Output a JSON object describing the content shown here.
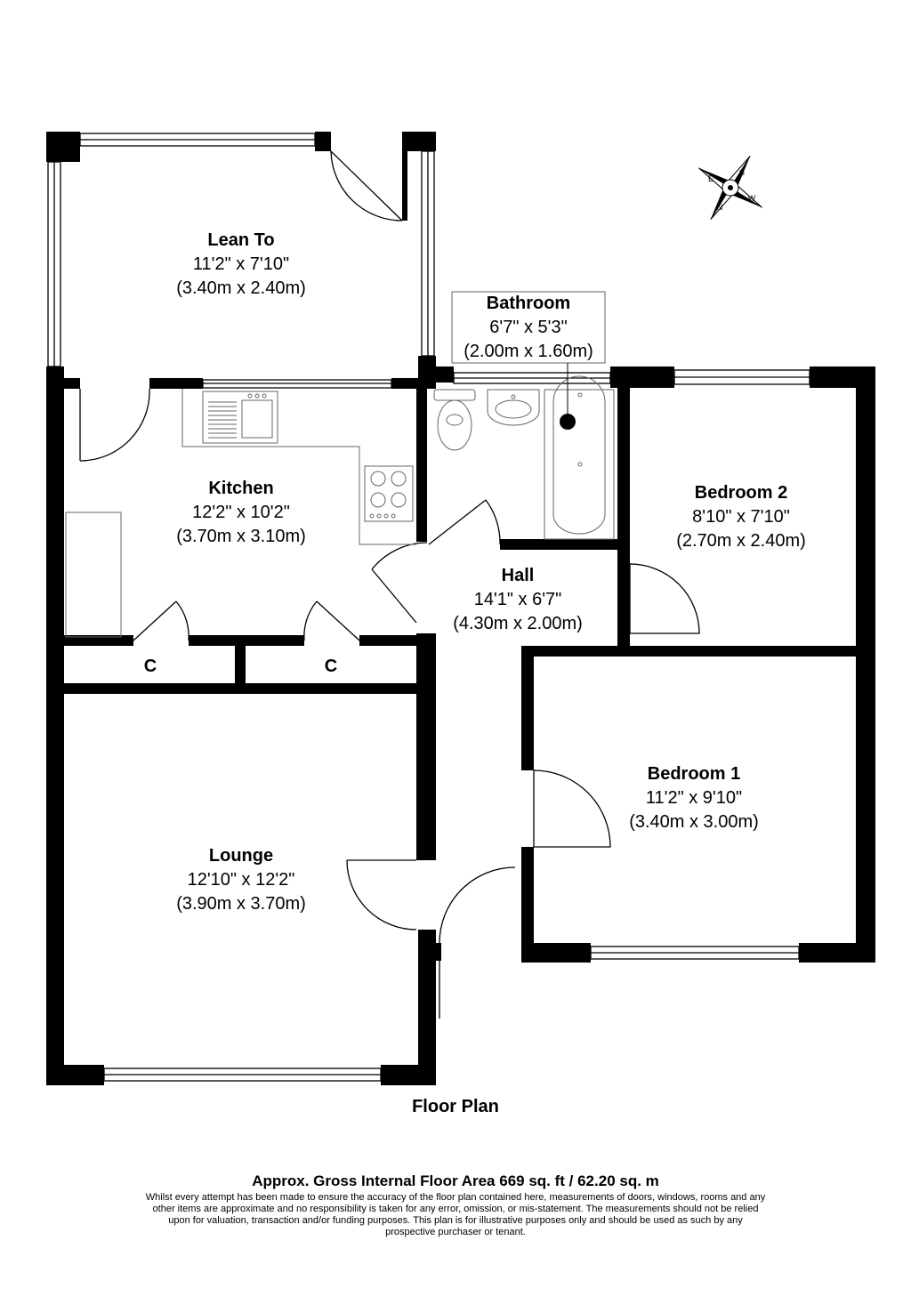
{
  "rooms": {
    "lean_to": {
      "name": "Lean To",
      "imperial": "11'2\" x 7'10\"",
      "metric": "(3.40m x 2.40m)"
    },
    "bathroom": {
      "name": "Bathroom",
      "imperial": "6'7\" x 5'3\"",
      "metric": "(2.00m x 1.60m)"
    },
    "kitchen": {
      "name": "Kitchen",
      "imperial": "12'2\" x 10'2\"",
      "metric": "(3.70m x 3.10m)"
    },
    "bedroom2": {
      "name": "Bedroom 2",
      "imperial": "8'10\" x 7'10\"",
      "metric": "(2.70m x 2.40m)"
    },
    "hall": {
      "name": "Hall",
      "imperial": "14'1\" x 6'7\"",
      "metric": "(4.30m x 2.00m)"
    },
    "bedroom1": {
      "name": "Bedroom 1",
      "imperial": "11'2\" x 9'10\"",
      "metric": "(3.40m x 3.00m)"
    },
    "lounge": {
      "name": "Lounge",
      "imperial": "12'10\" x 12'2\"",
      "metric": "(3.90m x 3.70m)"
    }
  },
  "closets": {
    "left": "C",
    "right": "C"
  },
  "compass": {
    "s": "S",
    "e": "E",
    "w": "W",
    "n": "N"
  },
  "plan_title": "Floor Plan",
  "area": "Approx. Gross Internal Floor Area 669 sq. ft / 62.20 sq. m",
  "disclaimer": "Whilst every attempt has been made to ensure the accuracy of the floor plan contained here, measurements of doors, windows, rooms and any other items are approximate and no responsibility is taken for any error, omission, or mis-statement. The measurements should not be relied upon for valuation, transaction and/or funding purposes. This plan is for illustrative purposes only and should be used as such by any prospective purchaser or tenant.",
  "colors": {
    "wall": "#000000",
    "fixture_line": "#666666",
    "background": "#ffffff"
  }
}
